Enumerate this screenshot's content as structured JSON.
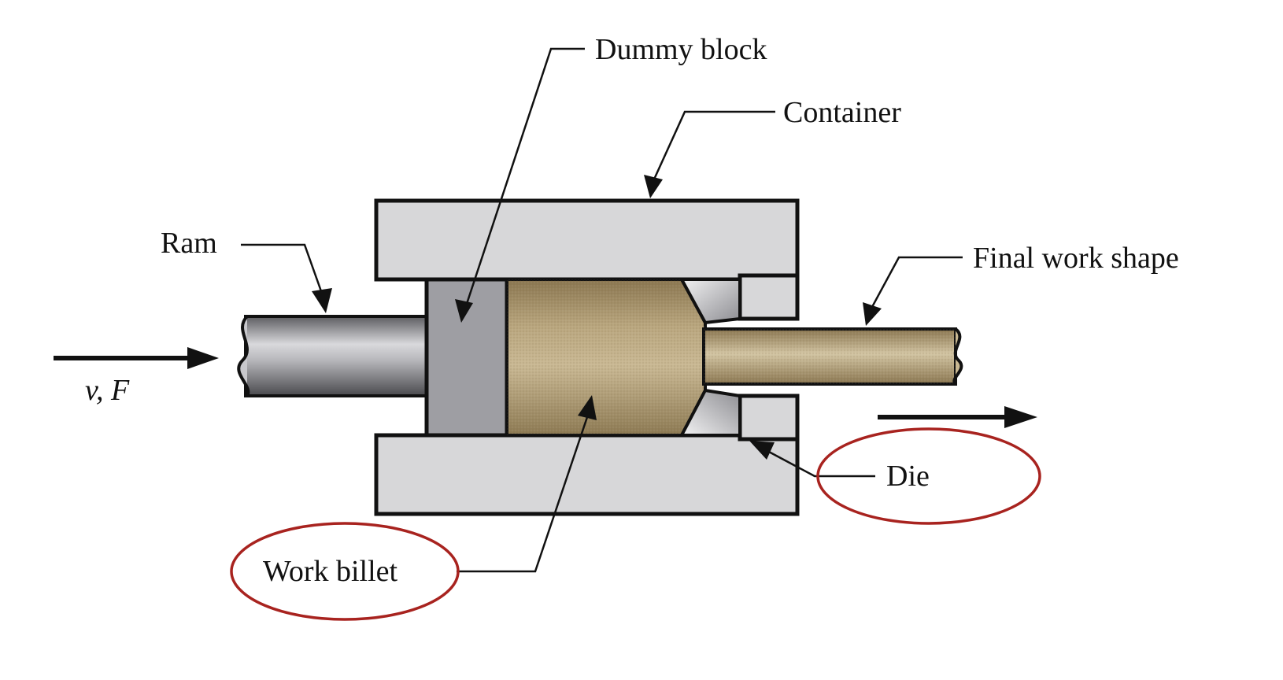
{
  "labels": {
    "dummy_block": "Dummy block",
    "container": "Container",
    "ram": "Ram",
    "final_work_shape": "Final work shape",
    "velocity_force": "v, F",
    "die": "Die",
    "work_billet": "Work billet"
  },
  "highlighted_labels": [
    "die",
    "work_billet"
  ],
  "colors": {
    "container_fill": "#d7d7d9",
    "dummy_block_fill": "#9e9ea3",
    "billet_fill": "#b09c73",
    "highlight_ring": "#a8231f",
    "outline": "#111111"
  }
}
